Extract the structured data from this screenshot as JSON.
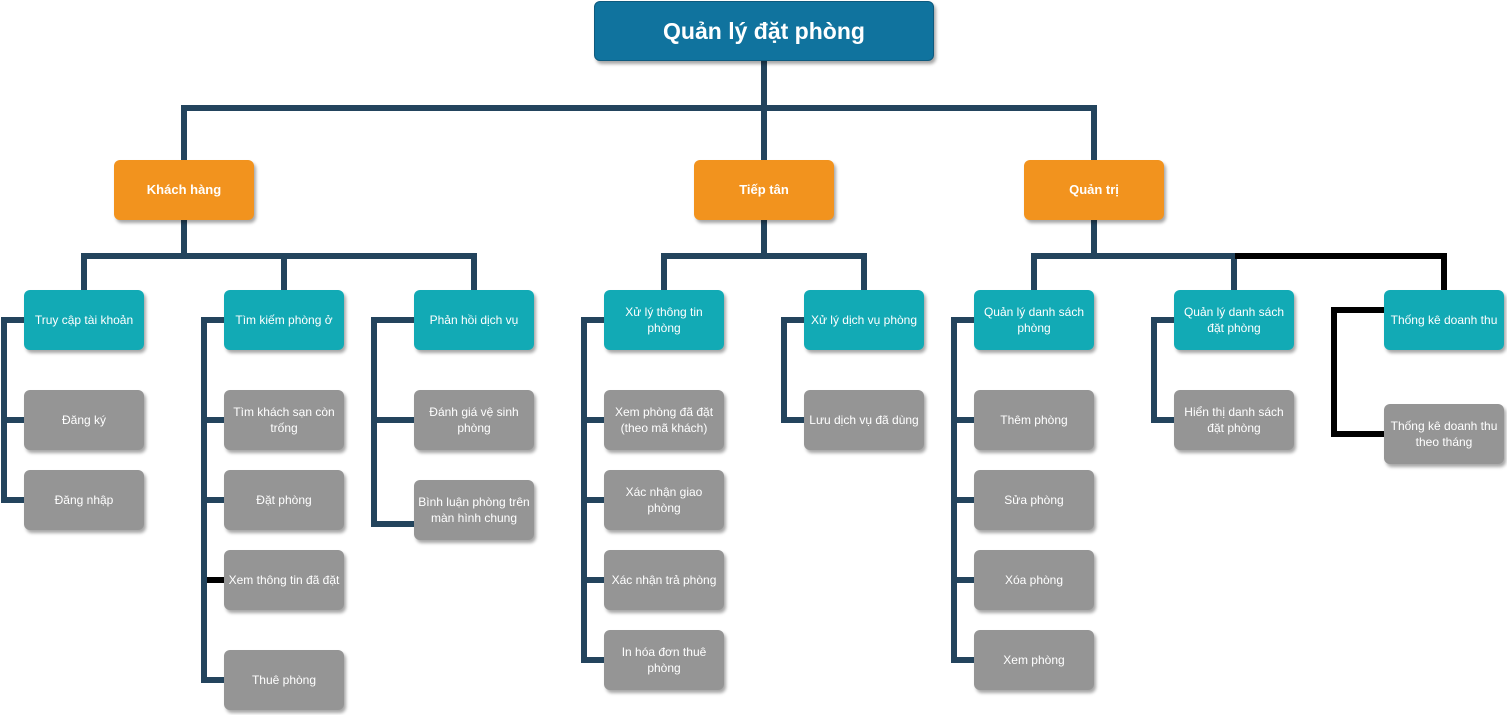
{
  "root": {
    "label": "Quản lý đặt phòng"
  },
  "roles": [
    {
      "label": "Khách hàng",
      "functions": [
        {
          "label": "Truy cập tài khoản",
          "children": [
            "Đăng ký",
            "Đăng nhập"
          ]
        },
        {
          "label": "Tìm kiếm phòng ở",
          "children": [
            "Tìm khách sạn còn trống",
            "Đặt phòng",
            "Xem thông tin đã đặt",
            "Thuê phòng"
          ]
        },
        {
          "label": "Phản hồi dịch vụ",
          "children": [
            "Đánh giá vệ sinh phòng",
            "Bình luận phòng trên màn hình chung"
          ]
        }
      ]
    },
    {
      "label": "Tiếp tân",
      "functions": [
        {
          "label": "Xử lý thông tin  phòng",
          "children": [
            "Xem phòng đã đặt (theo mã khách)",
            "Xác nhận giao phòng",
            "Xác nhận trả phòng",
            "In hóa đơn thuê phòng"
          ]
        },
        {
          "label": "Xử lý dịch vụ phòng",
          "children": [
            "Lưu dịch vụ đã dùng"
          ]
        }
      ]
    },
    {
      "label": "Quản trị",
      "functions": [
        {
          "label": "Quản lý danh sách phòng",
          "children": [
            "Thêm phòng",
            "Sửa phòng",
            "Xóa phòng",
            "Xem phòng"
          ]
        },
        {
          "label": "Quản lý danh sách đặt phòng",
          "children": [
            "Hiển thị danh sách đặt phòng"
          ]
        },
        {
          "label": "Thống kê doanh thu",
          "children": [
            "Thống kê doanh thu theo tháng"
          ]
        }
      ]
    }
  ],
  "colors": {
    "root": "#10739e",
    "role": "#f2931e",
    "function": "#12aab5",
    "leaf": "#959595",
    "connector": "#23445d",
    "connector_alt": "#000000"
  }
}
